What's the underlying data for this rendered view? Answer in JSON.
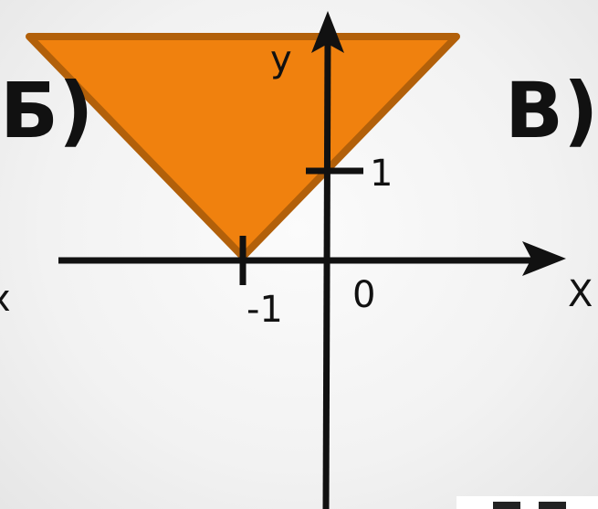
{
  "labels": {
    "left_answer": "Б)",
    "right_answer": "В)",
    "y_axis": "y",
    "x_axis": "x",
    "x_axis_right": "X"
  },
  "ticks": {
    "y_one": "1",
    "x_minus_one": "-1",
    "origin": "0"
  },
  "colors": {
    "region_fill": "#F0810E",
    "region_stroke": "#B2600A",
    "axis": "#111111",
    "background": "#F2F2F2"
  }
}
